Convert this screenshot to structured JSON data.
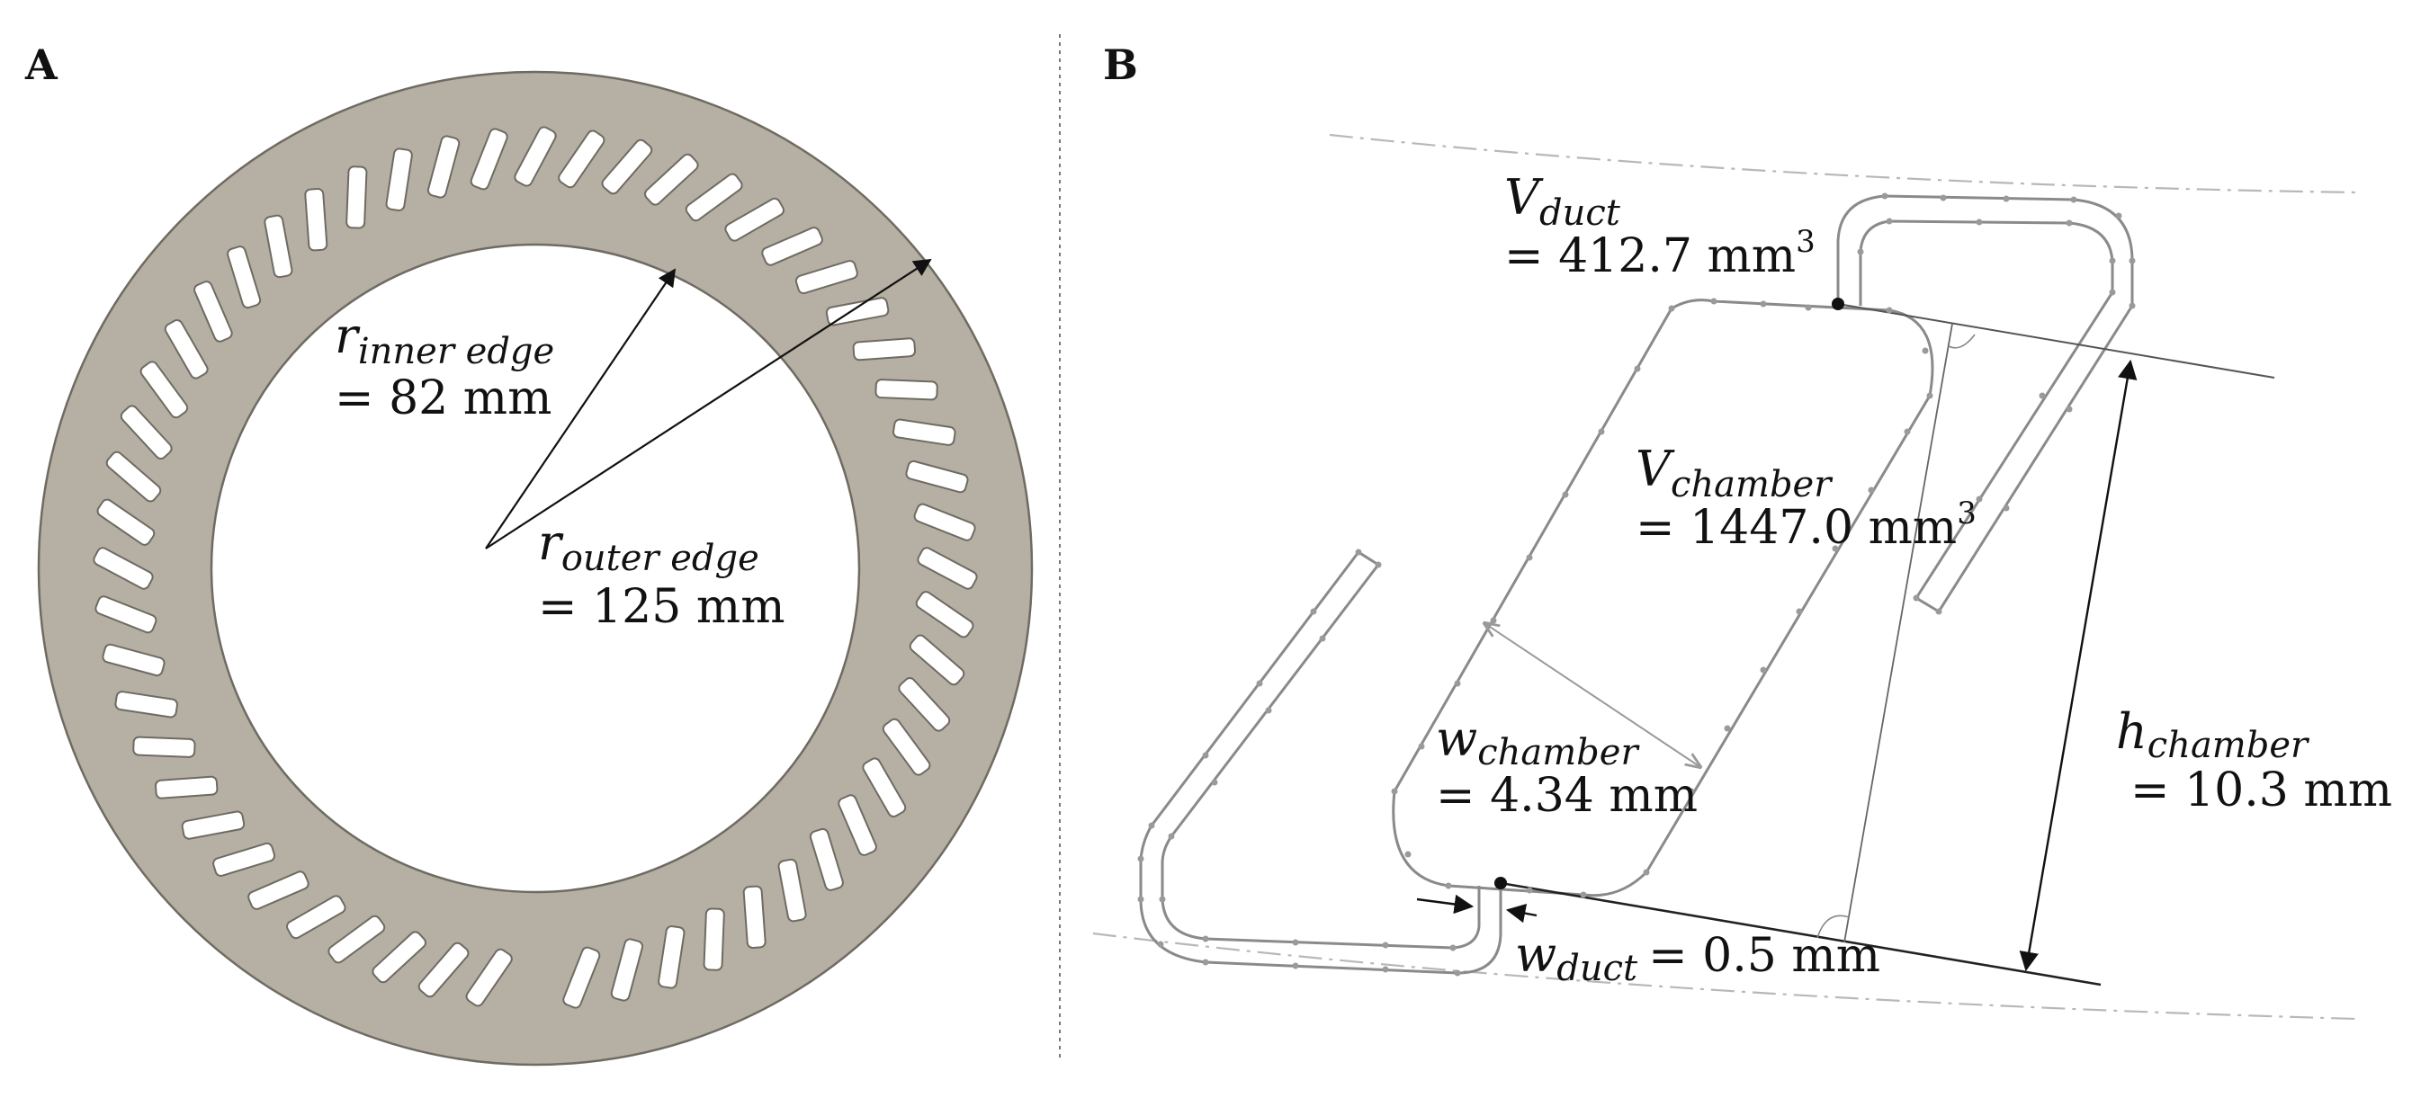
{
  "panels": {
    "a": {
      "label": "A"
    },
    "b": {
      "label": "B"
    }
  },
  "annotations": {
    "r_inner": {
      "symbol": "r",
      "subscript": "inner edge",
      "value": "= 82 mm"
    },
    "r_outer": {
      "symbol": "r",
      "subscript": "outer edge",
      "value": "= 125 mm"
    },
    "v_duct": {
      "symbol": "V",
      "subscript": "duct",
      "value": "= 412.7 mm",
      "sup": "3"
    },
    "v_chamber": {
      "symbol": "V",
      "subscript": "chamber",
      "value": "= 1447.0 mm",
      "sup": "3"
    },
    "w_chamber": {
      "symbol": "w",
      "subscript": "chamber",
      "value": "= 4.34 mm"
    },
    "h_chamber": {
      "symbol": "h",
      "subscript": "chamber",
      "value": "= 10.3 mm"
    },
    "w_duct": {
      "symbol": "w",
      "subscript": "duct",
      "value": "= 0.5 mm"
    }
  },
  "colors": {
    "ring_fill": "#b5b0a3",
    "ring_stroke": "#6f6b62",
    "slot_fill": "#ffffff",
    "line_gray": "#8a8a8a",
    "arrow": "#111111"
  }
}
